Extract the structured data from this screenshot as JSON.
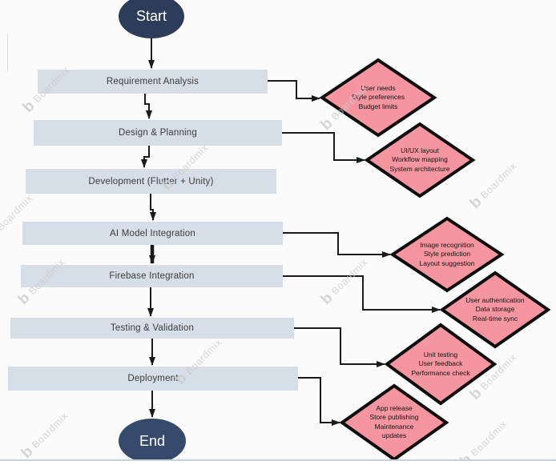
{
  "flowchart": {
    "terminals": {
      "start": "Start",
      "end": "End"
    },
    "steps": [
      {
        "label": "Requirement Analysis"
      },
      {
        "label": "Design & Planning"
      },
      {
        "label": "Development (Flutter + Unity)"
      },
      {
        "label": "AI Model Integration"
      },
      {
        "label": "Firebase Integration"
      },
      {
        "label": "Testing & Validation"
      },
      {
        "label": "Deployment"
      }
    ],
    "decisions": [
      {
        "lines": [
          "User needs",
          "Style preferences",
          "Budget limits"
        ]
      },
      {
        "lines": [
          "UI/UX layout",
          "Workflow mapping",
          "System architecture"
        ]
      },
      {
        "lines": [
          "Image recognition",
          "Style prediction",
          "Layout suggestion"
        ]
      },
      {
        "lines": [
          "User authentication",
          "Data storage",
          "Real-time sync"
        ]
      },
      {
        "lines": [
          "Unit testing",
          "User feedback",
          "Performance check"
        ]
      },
      {
        "lines": [
          "App release",
          "Store publishing",
          "Maintenance",
          "updates"
        ]
      }
    ],
    "watermark": {
      "text": "Boardmix",
      "logo": "b"
    },
    "colors": {
      "node-dark": "#2d3c58",
      "node-dark-end": "#364a6c",
      "step-fill": "#d6dee8",
      "step-text": "#3b3b3b",
      "diamond-fill": "#f4959f",
      "diamond-border": "#0d0d0d",
      "line": "#1a1a1a",
      "watermark": "#cccccc",
      "divider": "#c5d1dd"
    }
  }
}
